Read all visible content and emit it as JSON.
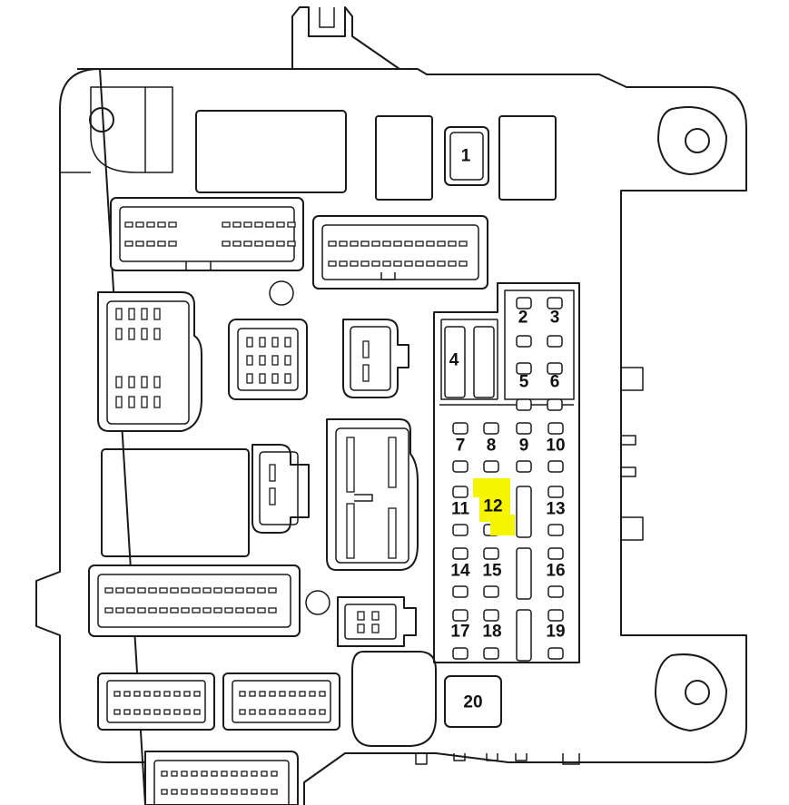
{
  "diagram": {
    "highlight_color": "#f5f500",
    "highlighted_fuse": "12",
    "fuses": [
      {
        "id": "f1",
        "label": "1"
      },
      {
        "id": "f2",
        "label": "2"
      },
      {
        "id": "f3",
        "label": "3"
      },
      {
        "id": "f4",
        "label": "4"
      },
      {
        "id": "f5",
        "label": "5"
      },
      {
        "id": "f6",
        "label": "6"
      },
      {
        "id": "f7",
        "label": "7"
      },
      {
        "id": "f8",
        "label": "8"
      },
      {
        "id": "f9",
        "label": "9"
      },
      {
        "id": "f10",
        "label": "10"
      },
      {
        "id": "f11",
        "label": "11"
      },
      {
        "id": "f12",
        "label": "12"
      },
      {
        "id": "f13",
        "label": "13"
      },
      {
        "id": "f14",
        "label": "14"
      },
      {
        "id": "f15",
        "label": "15"
      },
      {
        "id": "f16",
        "label": "16"
      },
      {
        "id": "f17",
        "label": "17"
      },
      {
        "id": "f18",
        "label": "18"
      },
      {
        "id": "f19",
        "label": "19"
      },
      {
        "id": "f20",
        "label": "20"
      }
    ]
  }
}
